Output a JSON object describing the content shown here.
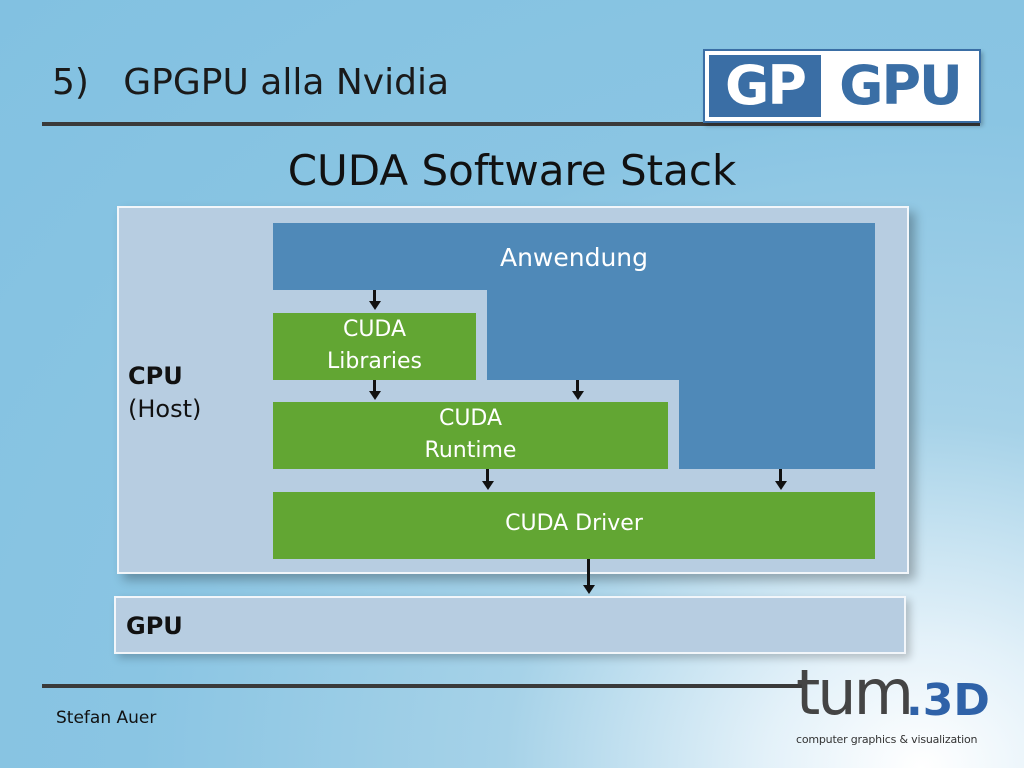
{
  "header": {
    "title": "5)   GPGPU alla Nvidia",
    "logo_left": "GP",
    "logo_right": "GPU"
  },
  "slide": {
    "title": "CUDA Software Stack"
  },
  "diagram": {
    "application": "Anwendung",
    "libraries_line1": "CUDA",
    "libraries_line2": "Libraries",
    "runtime_line1": "CUDA",
    "runtime_line2": "Runtime",
    "driver": "CUDA Driver",
    "cpu_label": "CPU",
    "host_label": "(Host)",
    "gpu_label": "GPU"
  },
  "footer": {
    "author": "Stefan Auer",
    "tum_logo": "tum",
    "tum_logo_3d": ".3D",
    "tum_tagline": "computer graphics & visualization"
  },
  "colors": {
    "application_blue": "#4f89b8",
    "cuda_green": "#62a633",
    "panel": "#b7cde1",
    "logo_blue": "#3a6ea5"
  }
}
